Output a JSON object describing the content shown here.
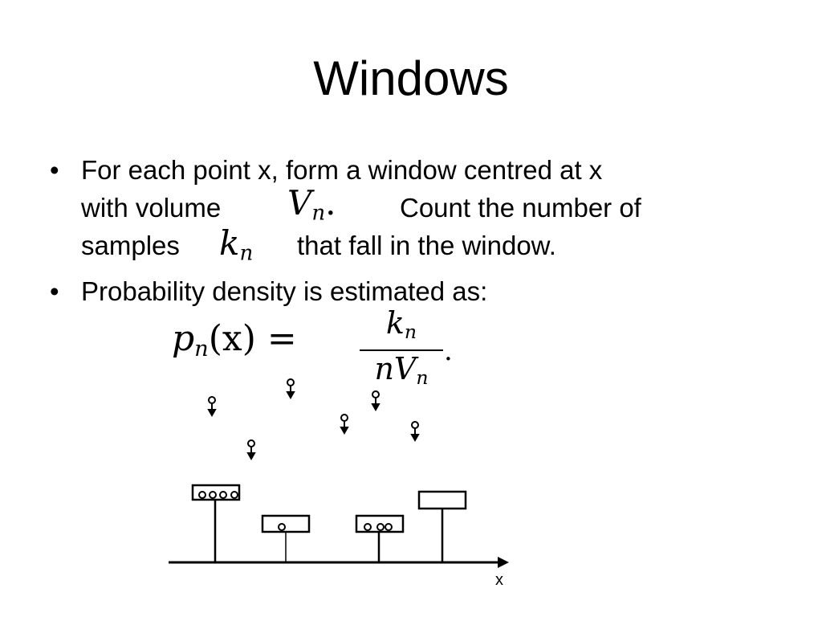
{
  "slide": {
    "title": "Windows",
    "bullet_char": "•",
    "bullet1": {
      "line1": "For each point x, form a window centred at x",
      "line2_a": "with volume",
      "line2_b": "Count the number of",
      "line3_a": "samples",
      "line3_b": "that fall in the window.",
      "volume_symbol": "V",
      "volume_sub": "n",
      "volume_period": ".",
      "count_symbol": "k",
      "count_sub": "n"
    },
    "bullet2": {
      "text": "Probability density is estimated as:"
    },
    "formula": {
      "lhs_symbol": "p",
      "lhs_sub": "n",
      "lhs_arg": "(x) =",
      "num_symbol": "k",
      "num_sub": "n",
      "den_symbol": "nV",
      "den_sub": "n",
      "period": "."
    },
    "diagram": {
      "axis_label": "x"
    }
  }
}
